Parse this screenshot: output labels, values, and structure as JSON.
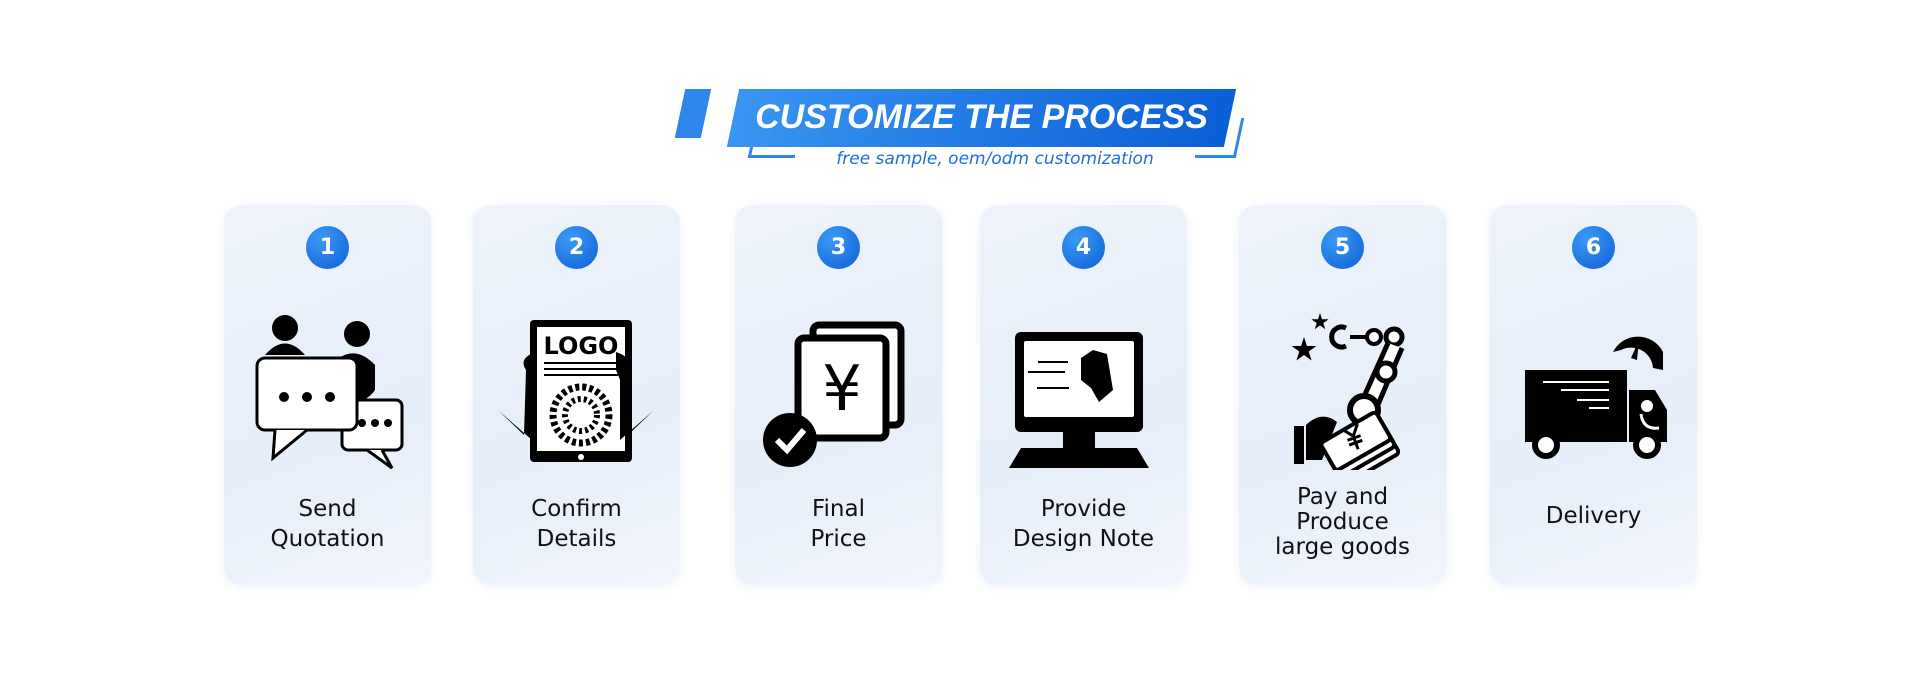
{
  "header": {
    "title": "CUSTOMIZE THE PROCESS",
    "subtitle": "free sample, oem/odm customization"
  },
  "steps": [
    {
      "number": "1",
      "lines": [
        "Send",
        "Quotation"
      ],
      "icon": "chat-people-icon"
    },
    {
      "number": "2",
      "lines": [
        "Confirm",
        "Details"
      ],
      "icon": "tablet-logo-icon"
    },
    {
      "number": "3",
      "lines": [
        "Final",
        "Price"
      ],
      "icon": "yuan-price-check-icon"
    },
    {
      "number": "4",
      "lines": [
        "Provide",
        "Design Note"
      ],
      "icon": "computer-design-icon"
    },
    {
      "number": "5",
      "lines": [
        "Pay and",
        "Produce",
        "large goods"
      ],
      "icon": "robot-arm-money-icon"
    },
    {
      "number": "6",
      "lines": [
        "Delivery"
      ],
      "icon": "delivery-truck-icon"
    }
  ],
  "colors": {
    "accent": "#1f6fd8",
    "card_bg": "#eaf1fa"
  }
}
